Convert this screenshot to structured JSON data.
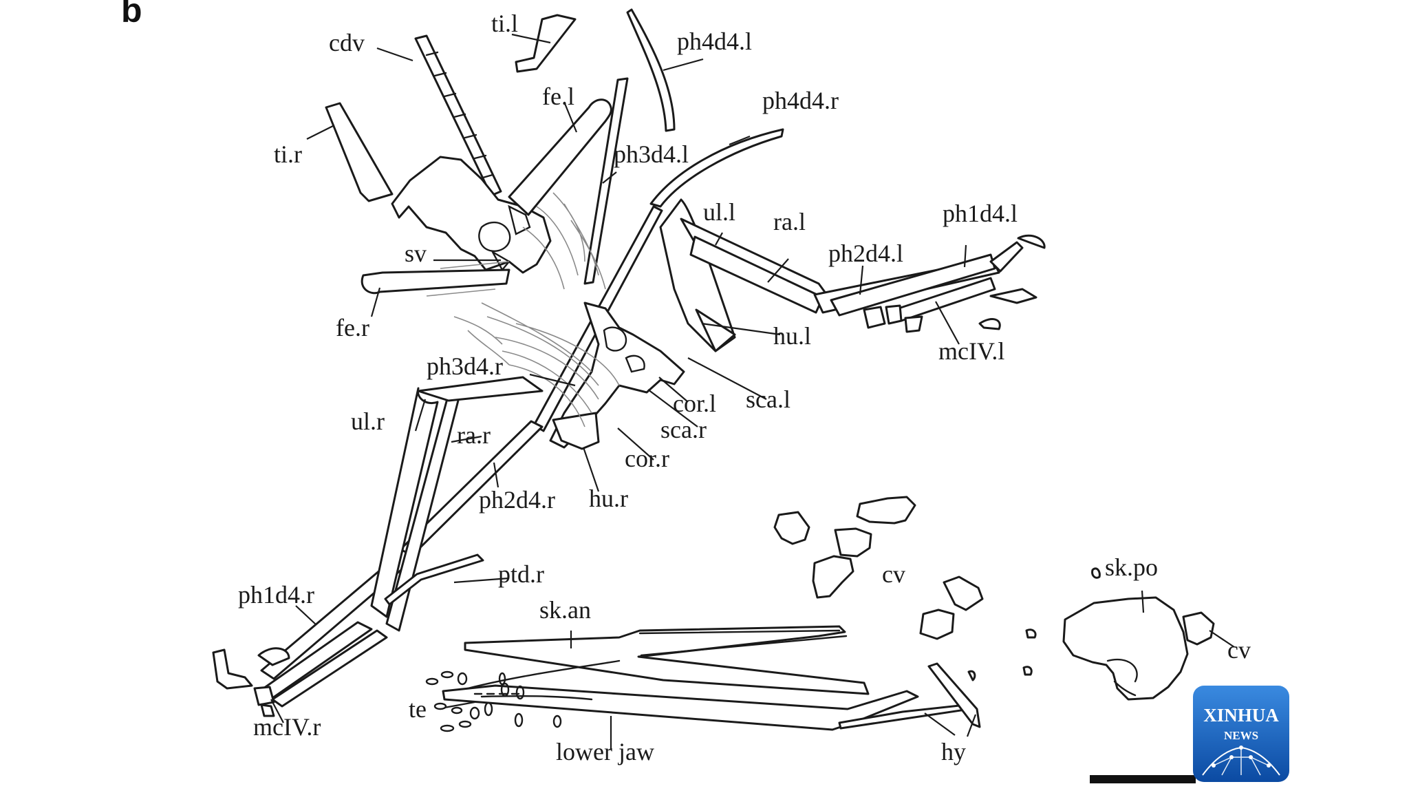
{
  "panel_letter": "b",
  "labels": {
    "cdv": "cdv",
    "ti_l": "ti.l",
    "ph4d4_l": "ph4d4.l",
    "fe_l": "fe.l",
    "ph4d4_r": "ph4d4.r",
    "ti_r": "ti.r",
    "ph3d4_l": "ph3d4.l",
    "ul_l": "ul.l",
    "ra_l": "ra.l",
    "ph1d4_l": "ph1d4.l",
    "sv": "sv",
    "ph2d4_l": "ph2d4.l",
    "fe_r": "fe.r",
    "hu_l": "hu.l",
    "mcIV_l": "mcIV.l",
    "ph3d4_r": "ph3d4.r",
    "cor_l": "cor.l",
    "sca_l": "sca.l",
    "ul_r": "ul.r",
    "sca_r": "sca.r",
    "ra_r": "ra.r",
    "cor_r": "cor.r",
    "ph2d4_r": "ph2d4.r",
    "hu_r": "hu.r",
    "ptd_r": "ptd.r",
    "cv_1": "cv",
    "sk_po": "sk.po",
    "ph1d4_r": "ph1d4.r",
    "sk_an": "sk.an",
    "cv_2": "cv",
    "te": "te",
    "mcIV_r": "mcIV.r",
    "lower_jaw": "lower jaw",
    "hy": "hy"
  },
  "logo": {
    "line1": "XINHUA",
    "line2": "NEWS",
    "color_top": "#2f7fd6",
    "color_bottom": "#0d4fa8"
  },
  "colors": {
    "ink": "#1a1a1a",
    "paper": "#ffffff",
    "scale_bar": "#111111"
  }
}
